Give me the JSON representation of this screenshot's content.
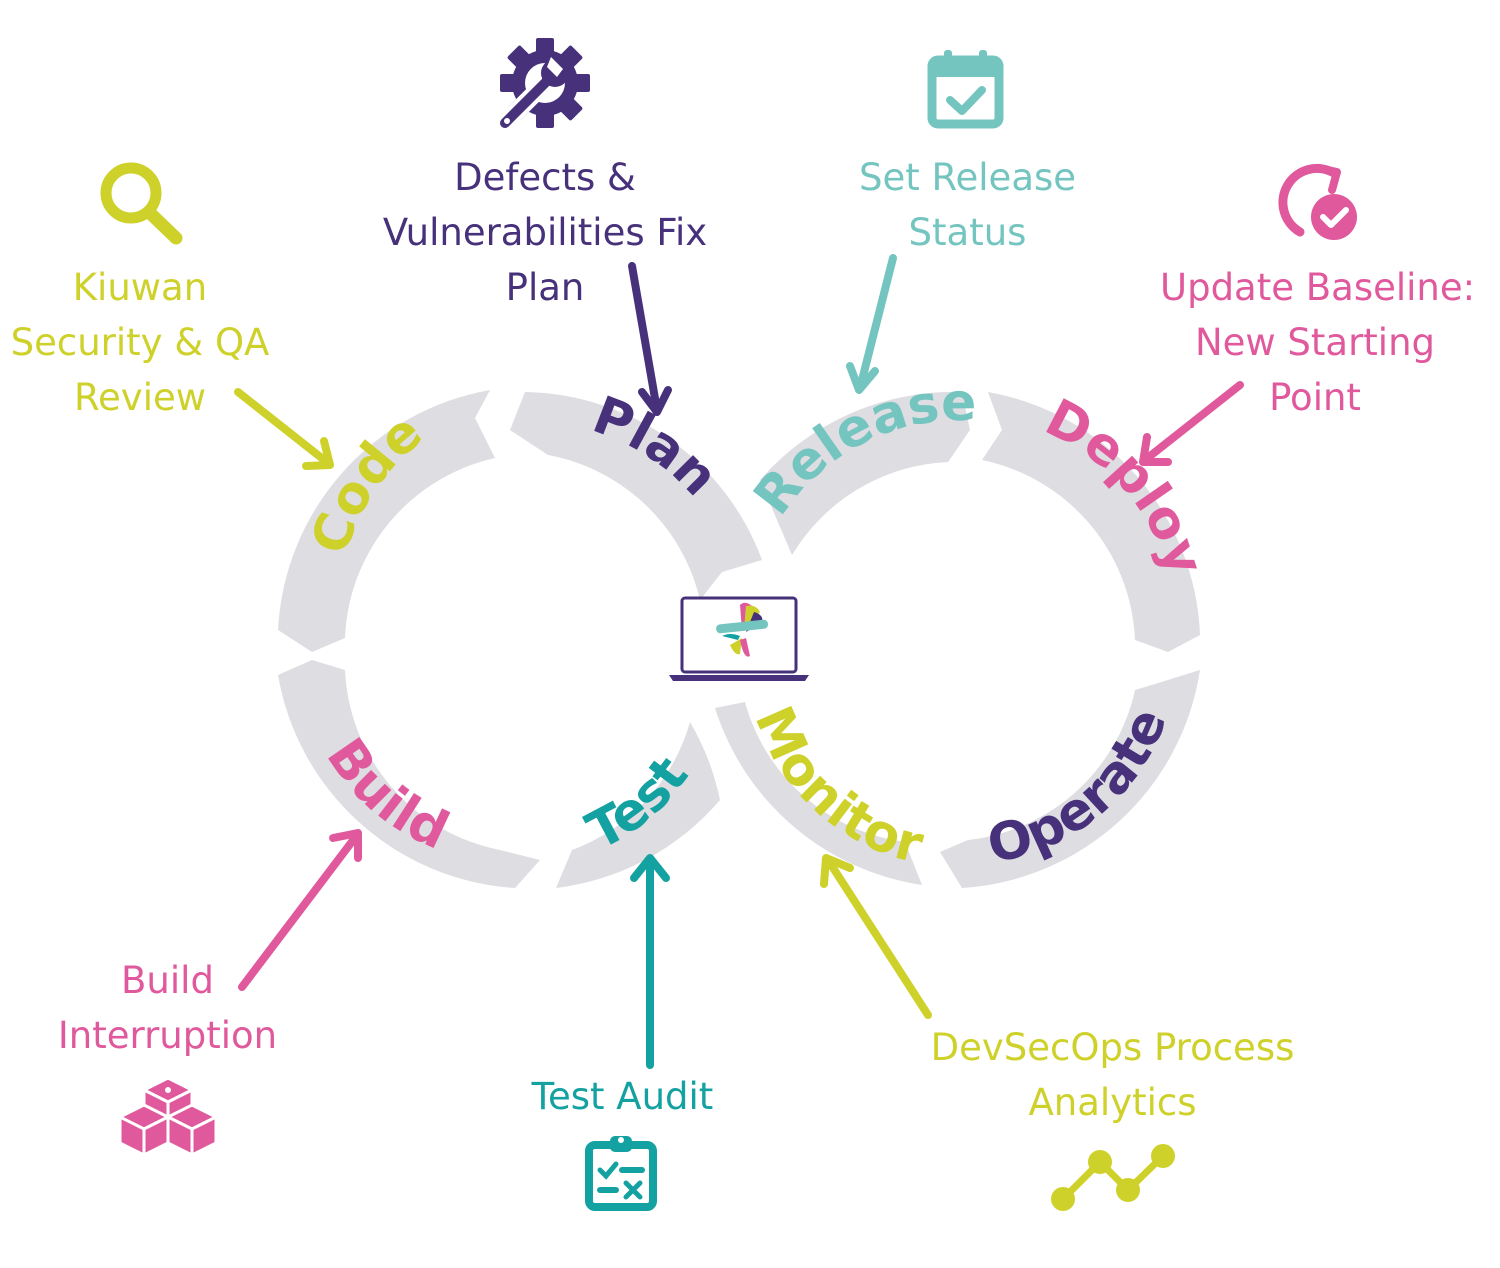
{
  "colors": {
    "purple": "#46317a",
    "teal_light": "#74c4c0",
    "teal": "#14a1a1",
    "lime": "#cfd12b",
    "pink": "#e0599d",
    "segment_grey": "#dddde2"
  },
  "stages": {
    "code": "Code",
    "plan": "Plan",
    "release": "Release",
    "deploy": "Deploy",
    "operate": "Operate",
    "monitor": "Monitor",
    "test": "Test",
    "build": "Build"
  },
  "annotations": {
    "review": {
      "lines": [
        "Kiuwan",
        "Security & QA",
        "Review"
      ],
      "icon": "magnifier-icon"
    },
    "fix_plan": {
      "lines": [
        "Defects &",
        "Vulnerabilities Fix",
        "Plan"
      ],
      "icon": "gear-wrench-icon"
    },
    "release_status": {
      "lines": [
        "Set Release",
        "Status"
      ],
      "icon": "calendar-check-icon"
    },
    "baseline": {
      "lines": [
        "Update Baseline:",
        "New Starting",
        "Point"
      ],
      "icon": "refresh-check-icon"
    },
    "build_interruption": {
      "lines": [
        "Build",
        "Interruption"
      ],
      "icon": "stacked-cubes-icon"
    },
    "test_audit": {
      "lines": [
        "Test Audit"
      ],
      "icon": "clipboard-checklist-icon"
    },
    "analytics": {
      "lines": [
        "DevSecOps Process",
        "Analytics"
      ],
      "icon": "line-chart-icon"
    }
  },
  "center": {
    "icon": "laptop-logo-icon"
  }
}
